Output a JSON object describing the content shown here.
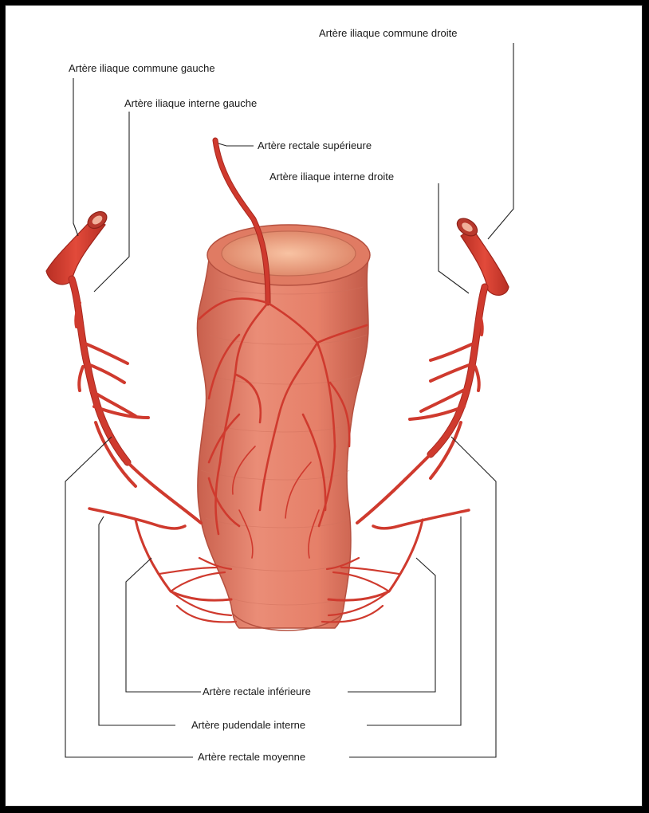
{
  "labels": {
    "common_iliac_right": "Artère iliaque commune droite",
    "common_iliac_left": "Artère iliaque commune gauche",
    "internal_iliac_left": "Artère iliaque interne gauche",
    "superior_rectal": "Artère rectale supérieure",
    "internal_iliac_right": "Artère iliaque interne droite",
    "inferior_rectal": "Artère rectale inférieure",
    "internal_pudendal": "Artère pudendale interne",
    "middle_rectal": "Artère rectale moyenne"
  },
  "colors": {
    "artery": "#cf3a2e",
    "rectum_body": "#e8866f",
    "rectum_lumen": "#f2a888",
    "frame": "#000000"
  }
}
